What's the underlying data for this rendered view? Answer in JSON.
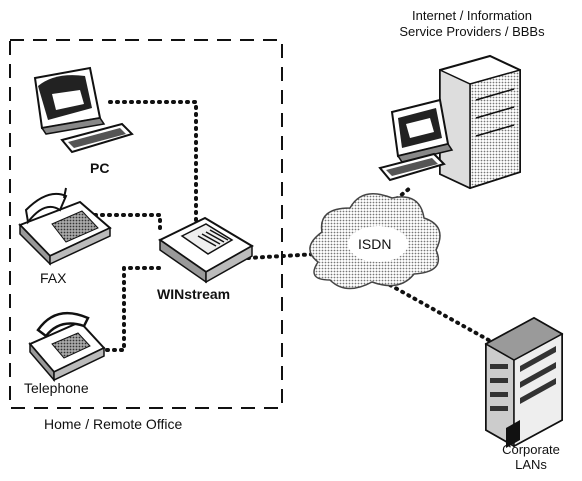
{
  "diagram": {
    "nodes": {
      "pc": {
        "label": "PC",
        "icon": "pc-icon"
      },
      "fax": {
        "label": "FAX",
        "icon": "fax-icon"
      },
      "telephone": {
        "label": "Telephone",
        "icon": "telephone-icon"
      },
      "winstream": {
        "label": "WINstream",
        "icon": "modem-icon"
      },
      "isdn": {
        "label": "ISDN",
        "icon": "cloud-icon"
      },
      "providers": {
        "label_line1": "Internet / Information",
        "label_line2": "Service Providers / BBBs",
        "icon": "server-icon"
      },
      "corporate": {
        "label_line1": "Corporate",
        "label_line2": "LANs",
        "icon": "building-icon"
      }
    },
    "region": {
      "label": "Home / Remote Office"
    },
    "colors": {
      "ink": "#111111",
      "shade": "#9a9a9a",
      "light": "#d6d6d6"
    }
  }
}
